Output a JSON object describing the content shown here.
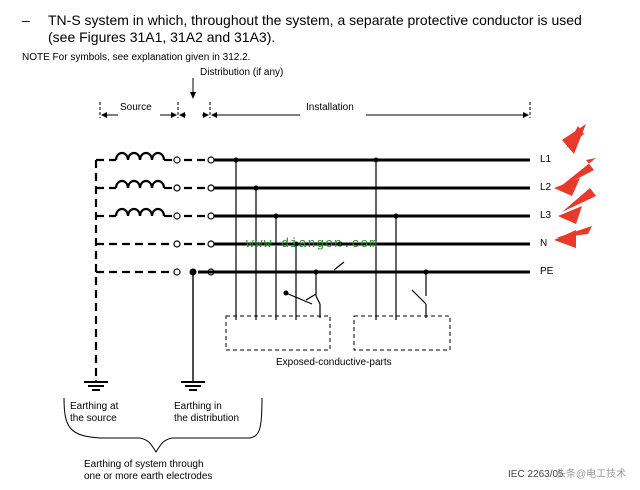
{
  "header": {
    "bullet": "–",
    "line1": "TN-S system in which, throughout the system, a separate protective conductor is used",
    "line2": "(see Figures 31A1, 31A2 and 31A3).",
    "note": "NOTE  For symbols, see explanation given in 312.2."
  },
  "diagram": {
    "labels": {
      "distribution": "Distribution (if any)",
      "source": "Source",
      "installation": "Installation",
      "exposed_parts": "Exposed-conductive-parts",
      "earthing_source_1": "Earthing at",
      "earthing_source_2": "the source",
      "earthing_dist_1": "Earthing in",
      "earthing_dist_2": "the distribution",
      "earthing_system_1": "Earthing of system through",
      "earthing_system_2": "one or more earth electrodes"
    },
    "conductors": [
      "L1",
      "L2",
      "L3",
      "N",
      "PE"
    ],
    "watermark": "www.diangon.com",
    "figure_code": "IEC  2263/05",
    "corner_mark": "头条@电工技术"
  },
  "colors": {
    "arrow": "#e8392b",
    "line": "#000000"
  }
}
